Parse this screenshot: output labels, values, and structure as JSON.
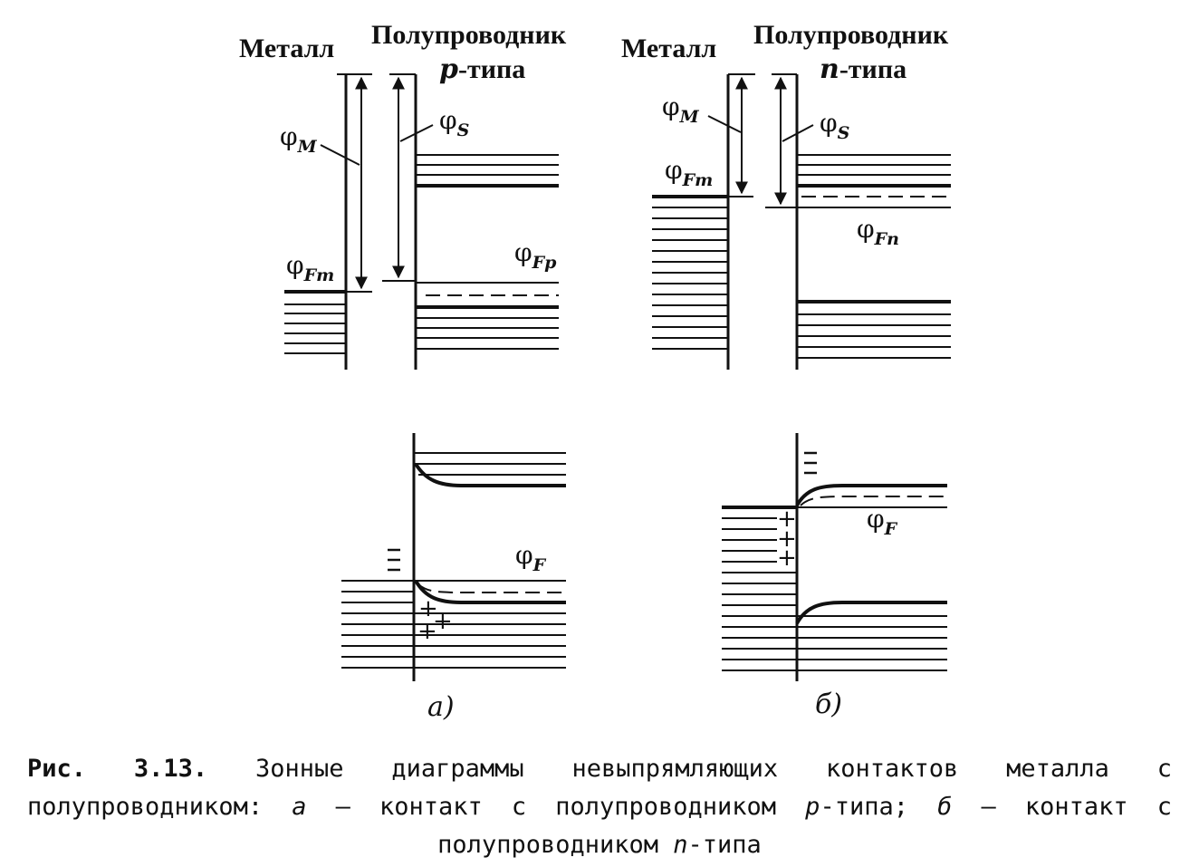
{
  "labels": {
    "metal": "Металл",
    "semiconductor": "Полупроводник",
    "p_type_letter": "p",
    "n_type_letter": "n",
    "type_suffix": "-типа",
    "phi": "φ",
    "sub_M": "M",
    "sub_S": "S",
    "sub_Fm": "Fm",
    "sub_Fp": "Fp",
    "sub_Fn": "Fn",
    "sub_F": "F",
    "plus": "+",
    "panel_a": "а)",
    "panel_b": "б)"
  },
  "caption": {
    "title": "Рис. 3.13.",
    "text_1": " Зонные диаграммы невыпрямляющих контактов металла с полупроводником: ",
    "a": "а",
    "text_2": " — контакт с полупроводником ",
    "p": "р",
    "text_3": "-типа; ",
    "b": "б",
    "text_4": " — контакт с полупроводником ",
    "n": "n",
    "text_5": "-типа"
  },
  "colors": {
    "ink": "#111111",
    "background": "#ffffff"
  }
}
